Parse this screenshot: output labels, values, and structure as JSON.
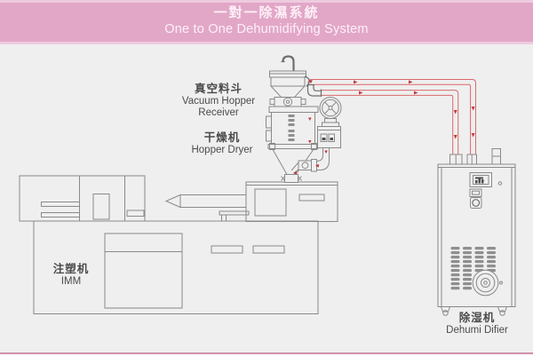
{
  "header": {
    "title_zh": "一對一除濕系統",
    "title_en": "One to One Dehumidifying System"
  },
  "diagram": {
    "labels": {
      "vacuum_hopper": {
        "zh": "真空料斗",
        "en1": "Vacuum Hopper",
        "en2": "Receiver"
      },
      "hopper_dryer": {
        "zh": "干燥机",
        "en": "Hopper Dryer"
      },
      "imm": {
        "zh": "注塑机",
        "en": "IMM"
      },
      "dehumidifier": {
        "zh": "除湿机",
        "en": "Dehumi Difier"
      }
    }
  },
  "colors": {
    "banner": "#e2a7c7",
    "banner_edge": "#eecbdf",
    "banner_text": "#fdf0f7",
    "background": "#efefef",
    "line": "#8a8a8a",
    "line_dark": "#6e6e6e",
    "pipe_red": "#d9696b",
    "arrow_red": "#c23a3c",
    "label_text": "#4b4b4b",
    "bottom_line": "#cf8fae",
    "slat": "#8f8f8f",
    "panel_dark": "#4e4e4e"
  }
}
